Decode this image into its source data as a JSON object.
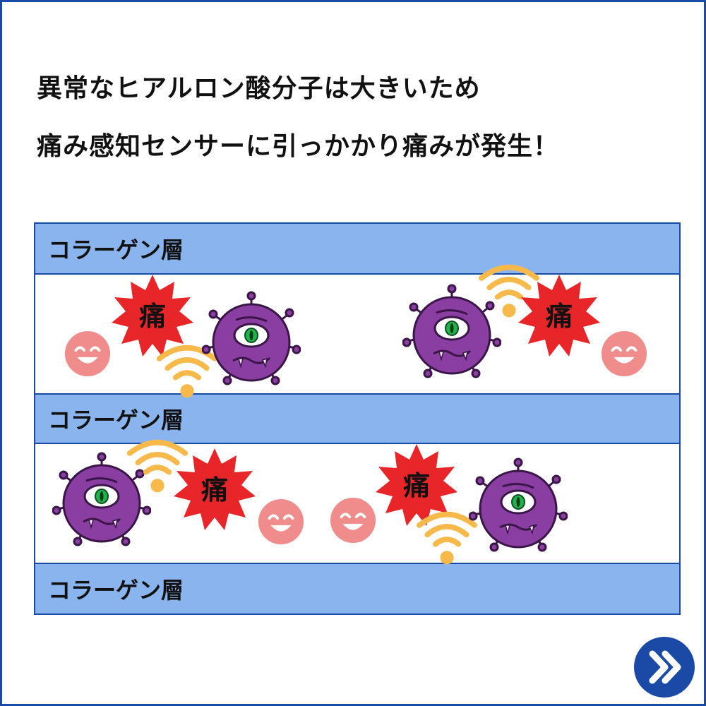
{
  "headline": {
    "line1": "異常なヒアルロン酸分子は大きいため",
    "line2": "痛み感知センサーに引っかかり痛みが発生！"
  },
  "diagram": {
    "layers": [
      {
        "label": "コラーゲン層"
      },
      {
        "label": "コラーゲン層"
      },
      {
        "label": "コラーゲン層"
      }
    ],
    "pain_badges": [
      "痛",
      "痛",
      "痛",
      "痛"
    ]
  },
  "icons": {
    "pain_burst": "pain-burst-icon",
    "molecule": "abnormal-hyaluronic-molecule-icon",
    "sensor": "happy-pain-sensor-icon",
    "signal": "signal-waves-icon",
    "next": "double-chevron-right-icon"
  },
  "colors": {
    "frame": "#1a4aa6",
    "layer": "#8ab4ee",
    "burst": "#e8262a",
    "molecule": "#8a3ea2",
    "sensor": "#f08c8c",
    "signal": "#f6b94a"
  }
}
